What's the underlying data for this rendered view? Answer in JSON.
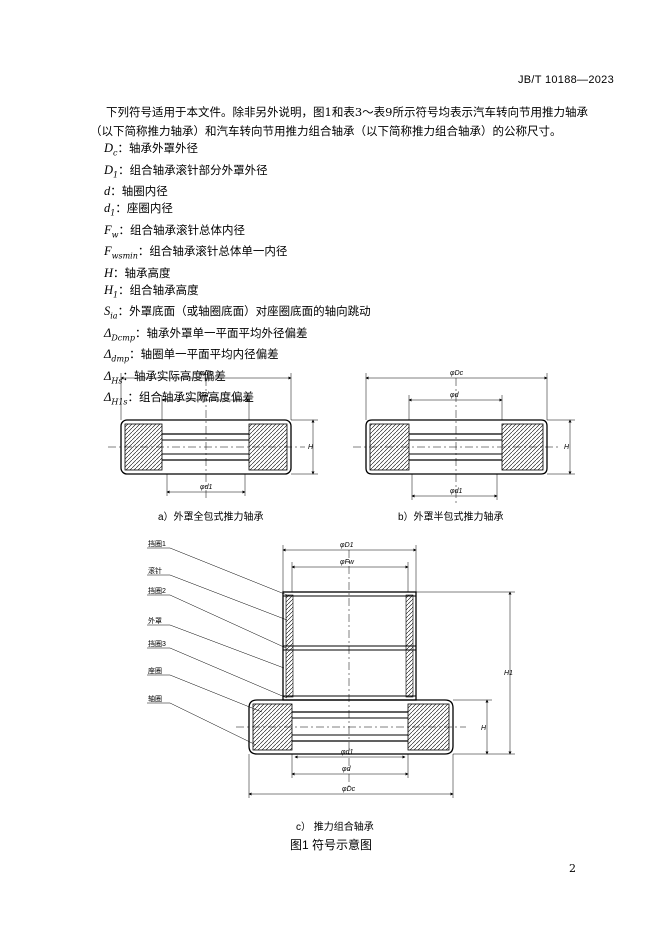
{
  "header": {
    "standard_no": "JB/T 10188—2023"
  },
  "intro": "下列符号适用于本文件。除非另外说明，图1和表3～表9所示符号均表示汽车转向节用推力轴承（以下简称推力轴承）和汽车转向节用推力组合轴承（以下简称推力组合轴承）的公称尺寸。",
  "symbols": [
    {
      "sym": "D",
      "sub": "c",
      "desc": "轴承外罩外径"
    },
    {
      "sym": "D",
      "sub": "1",
      "desc": "组合轴承滚针部分外罩外径"
    },
    {
      "sym": "d",
      "sub": "",
      "desc": "轴圈内径"
    },
    {
      "sym": "d",
      "sub": "1",
      "desc": "座圈内径"
    },
    {
      "sym": "F",
      "sub": "w",
      "desc": "组合轴承滚针总体内径"
    },
    {
      "sym": "F",
      "sub": "wsmin",
      "desc": "组合轴承滚针总体单一内径"
    },
    {
      "sym": "H",
      "sub": "",
      "desc": "轴承高度"
    },
    {
      "sym": "H",
      "sub": "1",
      "desc": "组合轴承高度"
    },
    {
      "sym": "S",
      "sub": "ia",
      "desc": "外罩底面（或轴圈底面）对座圈底面的轴向跳动"
    },
    {
      "sym": "Δ",
      "sub": "Dcmp",
      "desc": "轴承外罩单一平面平均外径偏差"
    },
    {
      "sym": "Δ",
      "sub": "dmp",
      "desc": "轴圈单一平面平均内径偏差"
    },
    {
      "sym": "Δ",
      "sub": "Hs",
      "desc": "轴承实际高度偏差"
    },
    {
      "sym": "Δ",
      "sub": "H1s",
      "desc": "组合轴承实际高度偏差"
    }
  ],
  "figure": {
    "dims": {
      "dc": "φDc",
      "d": "φd",
      "d1": "φd1",
      "H": "H",
      "D1": "φD1",
      "Fw": "φFw",
      "H1": "H1"
    },
    "parts": [
      "挡圈1",
      "滚针",
      "挡圈2",
      "外罩",
      "挡圈3",
      "座圈",
      "轴圈"
    ],
    "captions": {
      "a": "a）外罩全包式推力轴承",
      "b": "b）外罩半包式推力轴承",
      "c": "c）  推力组合轴承"
    },
    "title": "图1    符号示意图"
  },
  "page_number": "2"
}
